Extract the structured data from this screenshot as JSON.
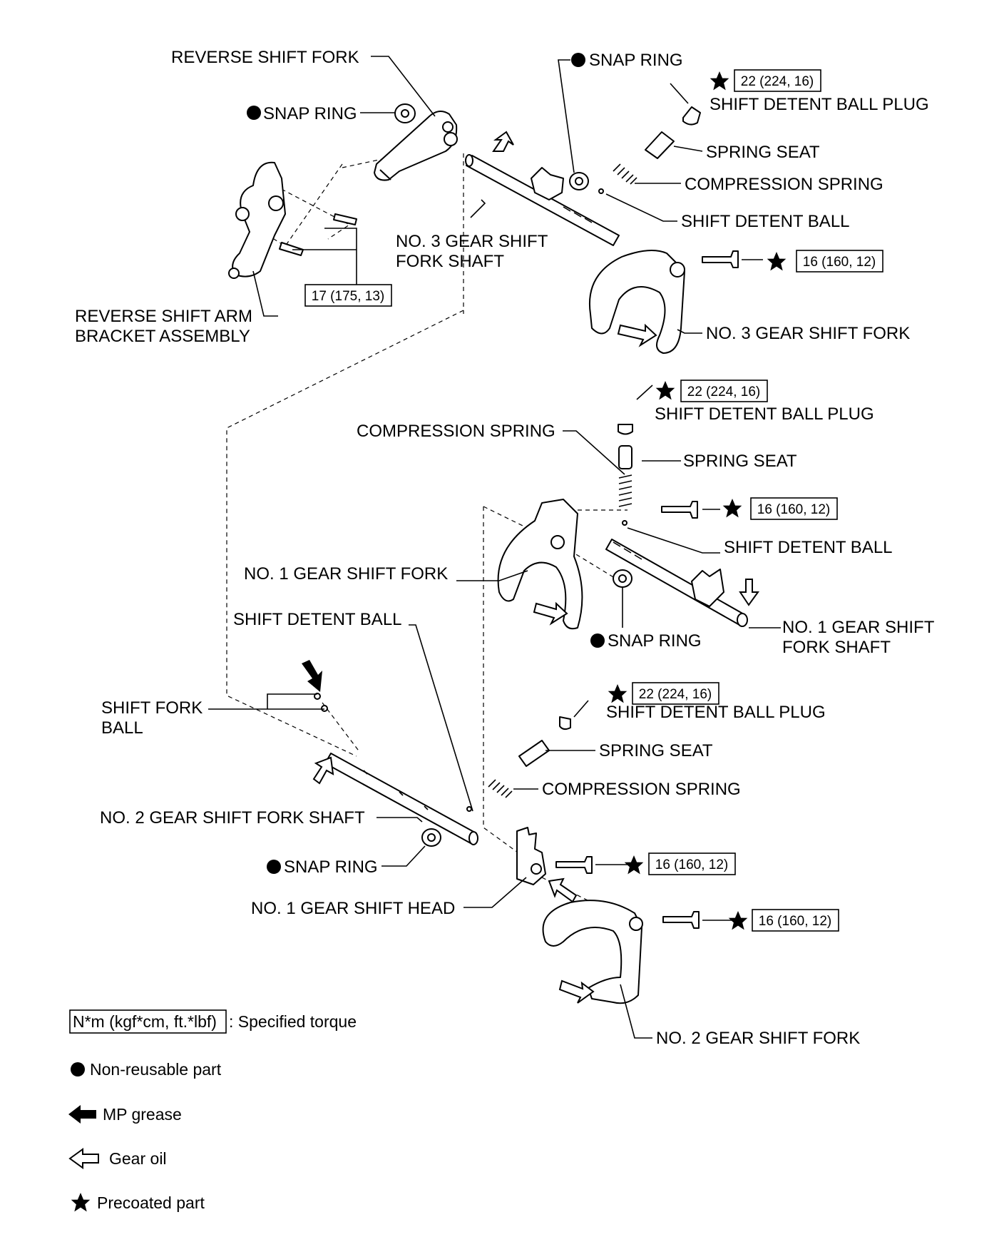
{
  "labels": {
    "reverse_shift_fork": "REVERSE SHIFT FORK",
    "snap_ring": "SNAP RING",
    "shift_detent_ball_plug": "SHIFT DETENT BALL PLUG",
    "spring_seat": "SPRING SEAT",
    "compression_spring": "COMPRESSION SPRING",
    "shift_detent_ball": "SHIFT DETENT BALL",
    "no3_shaft_line1": "NO. 3 GEAR SHIFT",
    "no3_shaft_line2": "FORK SHAFT",
    "no3_fork": "NO. 3 GEAR SHIFT FORK",
    "reverse_arm_line1": "REVERSE SHIFT ARM",
    "reverse_arm_line2": "BRACKET ASSEMBLY",
    "no1_fork": "NO. 1 GEAR SHIFT FORK",
    "no1_shaft_line1": "NO. 1 GEAR SHIFT",
    "no1_shaft_line2": "FORK SHAFT",
    "shift_fork_ball_line1": "SHIFT FORK",
    "shift_fork_ball_line2": "BALL",
    "no2_shaft": "NO. 2 GEAR SHIFT FORK SHAFT",
    "no1_head": "NO. 1 GEAR SHIFT HEAD",
    "no2_fork": "NO. 2 GEAR SHIFT FORK"
  },
  "torques": {
    "t22": "22 (224, 16)",
    "t17": "17 (175, 13)",
    "t16": "16 (160, 12)"
  },
  "legend": {
    "torque_unit": "N*m (kgf*cm, ft.*lbf)",
    "torque_desc": ": Specified torque",
    "non_reusable": "Non-reusable part",
    "mp_grease": "MP grease",
    "gear_oil": "Gear oil",
    "precoated": "Precoated part"
  }
}
